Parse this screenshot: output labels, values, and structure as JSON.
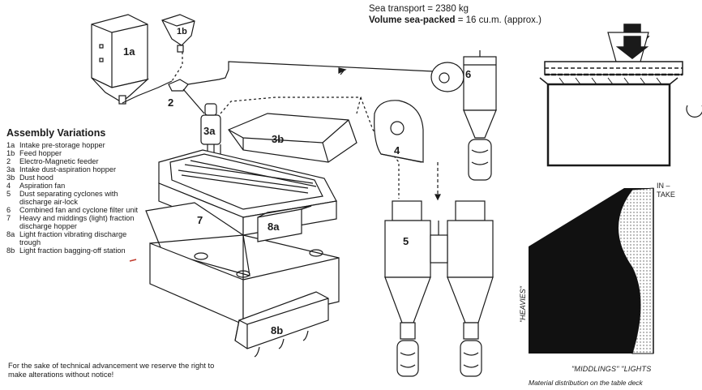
{
  "shipping": {
    "line1": "Sea transport = 2380 kg",
    "line2_bold": "Volume sea-packed",
    "line2_rest": " = 16 cu.m. (approx.)"
  },
  "legend": {
    "title": "Assembly Variations",
    "items": [
      {
        "code": "1a",
        "text": "Intake pre-storage hopper"
      },
      {
        "code": "1b",
        "text": "Feed hopper"
      },
      {
        "code": "2",
        "text": "Electro-Magnetic feeder"
      },
      {
        "code": "3a",
        "text": "Intake dust-aspiration hopper"
      },
      {
        "code": "3b",
        "text": "Dust hood"
      },
      {
        "code": "4",
        "text": "Aspiration fan"
      },
      {
        "code": "5",
        "text": "Dust separating cyclones with discharge air-lock"
      },
      {
        "code": "6",
        "text": "Combined fan and cyclone filter unit"
      },
      {
        "code": "7",
        "text": "Heavy and middings (light) fraction discharge hopper"
      },
      {
        "code": "8a",
        "text": "Light fraction vibrating discharge trough"
      },
      {
        "code": "8b",
        "text": "Light fraction bagging-off station"
      }
    ]
  },
  "disclaimer": "For the sake of technical advancement we reserve the right to make alterations without notice!",
  "part_labels": {
    "p1a": "1a",
    "p1b": "1b",
    "p2": "2",
    "p3a": "3a",
    "p3b": "3b",
    "p4": "4",
    "p5": "5",
    "p6": "6",
    "p7": "7",
    "p8a": "8a",
    "p8b": "8b"
  },
  "right_panel": {
    "in_label": "IN –",
    "take_label": "TAKE",
    "heavies_label": "\"HEAVIES\"",
    "fractions_label": "\"MIDDLINGS\"  \"LIGHTS",
    "caption": "Material distribution  on the table deck"
  },
  "colors": {
    "ink": "#1a1a1a",
    "paper": "#ffffff",
    "panel_dark": "#111111"
  }
}
